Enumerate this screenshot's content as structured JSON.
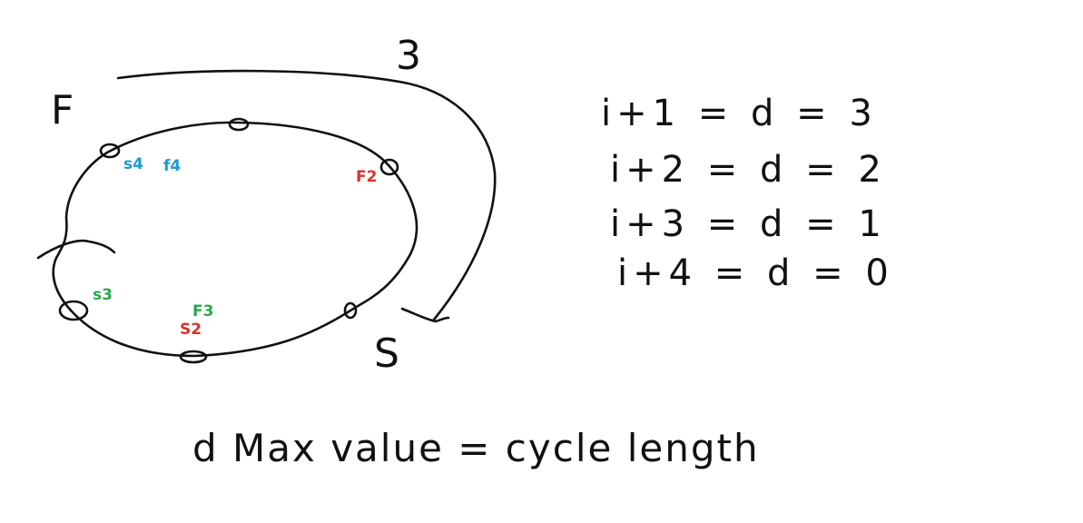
{
  "colors": {
    "ink": "#111111",
    "blue": "#1a9ad6",
    "red": "#e0302a",
    "green": "#2aa84a"
  },
  "labels": {
    "F": "F",
    "S": "S",
    "three": "3"
  },
  "pointer_labels": {
    "s4": "s4",
    "f4": "f4",
    "f2": "F2",
    "s3": "s3",
    "f3": "F3",
    "s2": "S2"
  },
  "equations": [
    "i+1 =  d = 3",
    "i+2 = d = 2",
    "i+3  = d = 1",
    "i+4  = d  = 0"
  ],
  "footer": "d Max value = cycle length"
}
